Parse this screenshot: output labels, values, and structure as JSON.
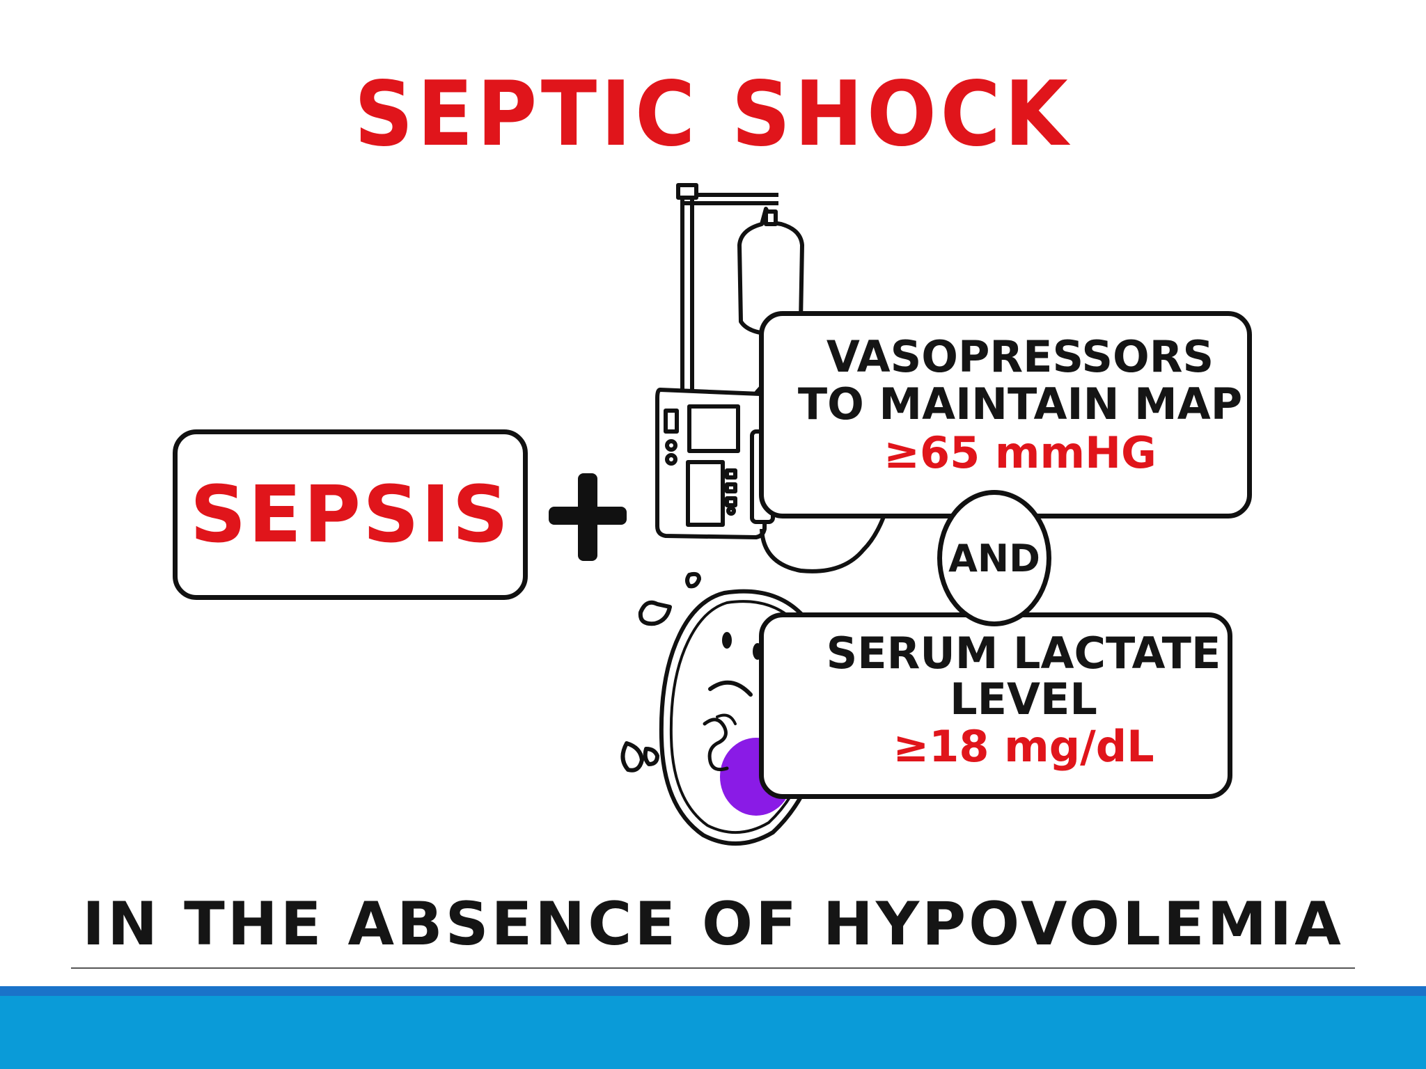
{
  "title": "SEPTIC SHOCK",
  "left_box": {
    "label": "SEPSIS"
  },
  "operator": "+",
  "vasopressor_box": {
    "line1": "VASOPRESSORS",
    "line2": "TO MAINTAIN MAP",
    "value": "≥65 mmHG"
  },
  "connector": "AND",
  "lactate_box": {
    "line1": "SERUM LACTATE",
    "line2": "LEVEL",
    "value": "≥18 mg/dL"
  },
  "footer": "IN THE ABSENCE OF HYPOVOLEMIA",
  "colors": {
    "accent_red": "#e0151b",
    "outline": "#111111",
    "nucleus_purple": "#8a1be6",
    "bottom_bar": "#0a9bd8",
    "bottom_bar_top": "#1a73c9"
  }
}
